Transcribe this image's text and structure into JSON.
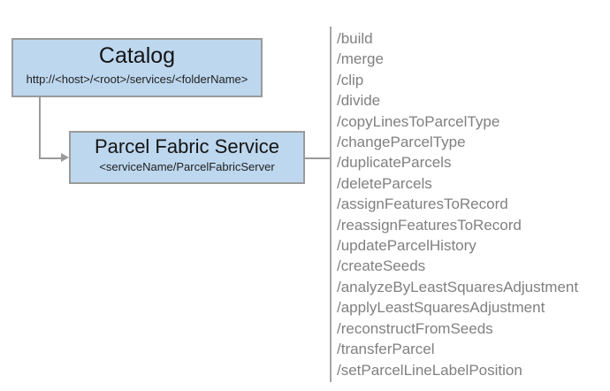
{
  "diagram": {
    "nodes": [
      {
        "id": "catalog",
        "title": "Catalog",
        "subtitle": "http://<host>/<root>/services/<folderName>"
      },
      {
        "id": "parcel-fabric-service",
        "title": "Parcel Fabric Service",
        "subtitle": "<serviceName/ParcelFabricServer"
      }
    ],
    "operations": [
      "/build",
      "/merge",
      "/clip",
      "/divide",
      "/copyLinesToParcelType",
      "/changeParcelType",
      "/duplicateParcels",
      "/deleteParcels",
      "/assignFeaturesToRecord",
      "/reassignFeaturesToRecord",
      "/updateParcelHistory",
      "/createSeeds",
      "/analyzeByLeastSquaresAdjustment",
      "/applyLeastSquaresAdjustment",
      "/reconstructFromSeeds",
      "/transferParcel",
      "/setParcelLineLabelPosition"
    ],
    "colors": {
      "node_fill": "#bdd7ee",
      "node_border": "#9a9a9a",
      "connector": "#9a9a9a",
      "divider": "#a6a6a6",
      "operation_text": "#808080",
      "background": "#ffffff"
    }
  }
}
